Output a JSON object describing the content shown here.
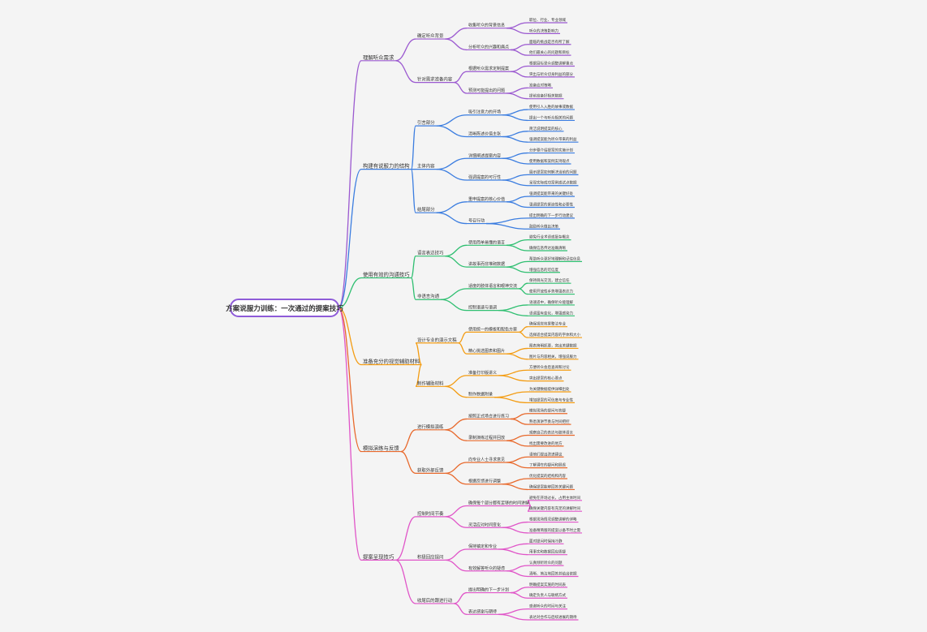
{
  "root": "方案说服力训练：一次通过的提案技巧",
  "colors": {
    "root_border": "#8e5bd8",
    "branches": [
      "#9b59d0",
      "#3b7de0",
      "#2fbf71",
      "#f39c12",
      "#e8692c",
      "#e055c8"
    ],
    "text": "#333333",
    "background": "#f4f4f4"
  },
  "branches": [
    {
      "label": "理解听众需求",
      "children": [
        {
          "label": "确定听众背景",
          "children": [
            {
              "label": "收集听众的背景信息",
              "children": [
                "职位、行业、专业领域",
                "听众的决策影响力"
              ]
            },
            {
              "label": "分析听众的兴趣和痛点",
              "children": [
                "面临的挑战是否有所了解",
                "他们最关心的问题和目标"
              ]
            }
          ]
        },
        {
          "label": "针对需求准备内容",
          "children": [
            {
              "label": "根据听众需求定制提案",
              "children": [
                "根据目标受众调整讲解重点",
                "突出与听众切身利益的部分"
              ]
            },
            {
              "label": "预测可能提出的问题",
              "children": [
                "准备应对策略",
                "提前准备好相关数据"
              ]
            }
          ]
        }
      ]
    },
    {
      "label": "构建有说服力的结构",
      "children": [
        {
          "label": "引言部分",
          "children": [
            {
              "label": "吸引注意力的开场",
              "children": [
                "使用引人入胜的故事或数据",
                "提出一个与听众相关的问题"
              ]
            },
            {
              "label": "清晰陈述价值主张",
              "children": [
                "简洁说明提案的核心",
                "强调提案能为听众带来的利益"
              ]
            }
          ]
        },
        {
          "label": "主体内容",
          "children": [
            {
              "label": "详细阐述提案内容",
              "children": [
                "分步骤介绍提案的实施计划",
                "使用数据和案例支持观点"
              ]
            },
            {
              "label": "强调提案的可行性",
              "children": [
                "展示提案如何解决当前的问题",
                "呈现实际成功案例或试点数据"
              ]
            }
          ]
        },
        {
          "label": "结尾部分",
          "children": [
            {
              "label": "重申提案的核心价值",
              "children": [
                "强调提案能带来的关键好处",
                "强调提案的紧迫性和必要性"
              ]
            },
            {
              "label": "号召行动",
              "children": [
                "提出明确的下一步行动建议",
                "鼓励听众做出决策"
              ]
            }
          ]
        }
      ]
    },
    {
      "label": "使用有效的沟通技巧",
      "children": [
        {
          "label": "语言表达技巧",
          "children": [
            {
              "label": "使用简单易懂的语言",
              "children": [
                "避免行业术语或复杂概念",
                "确保信息传达准确清晰"
              ]
            },
            {
              "label": "讲故事而非堆砌数据",
              "children": [
                "帮助听众更好地理解和记住信息",
                "增强信息的可信度"
              ]
            }
          ]
        },
        {
          "label": "非语言沟通",
          "children": [
            {
              "label": "适度的肢体语言和眼神交流",
              "children": [
                "保持目光交流，建立信任",
                "使用开放性手势增强表达力"
              ]
            },
            {
              "label": "控制语速与语调",
              "children": [
                "语速适中，确保听众能理解",
                "语调富有变化，增强感染力"
              ]
            }
          ]
        }
      ]
    },
    {
      "label": "准备充分的视觉辅助材料",
      "children": [
        {
          "label": "设计专业的演示文稿",
          "children": [
            {
              "label": "使用统一的模板和配色方案",
              "children": [
                "确保视觉效果整洁专业",
                "选择适合提案内容的字体和大小"
              ]
            },
            {
              "label": "精心挑选图表和图片",
              "children": [
                "图表简明扼要，突出关键数据",
                "图片与内容相关，增强说服力"
              ]
            }
          ]
        },
        {
          "label": "制作辅助材料",
          "children": [
            {
              "label": "准备打印版讲义",
              "children": [
                "方便听众会后查阅和讨论",
                "突出提案的核心要点"
              ]
            },
            {
              "label": "制作数据附录",
              "children": [
                "为关键数据提供详细出处",
                "增加提案的可信度与专业性"
              ]
            }
          ]
        }
      ]
    },
    {
      "label": "模拟演练与反馈",
      "children": [
        {
          "label": "进行模拟演练",
          "children": [
            {
              "label": "按照正式场合进行练习",
              "children": [
                "模拟现场的提问与答疑",
                "熟悉演讲节奏与时间把控"
              ]
            },
            {
              "label": "录制演练过程并回放",
              "children": [
                "观察自己的表达与肢体语言",
                "找出需要改进的地方"
              ]
            }
          ]
        },
        {
          "label": "获取外部反馈",
          "children": [
            {
              "label": "向专业人士寻求意见",
              "children": [
                "请他们提出改进建议",
                "了解潜在的疑问和顾虑"
              ]
            },
            {
              "label": "根据反馈进行调整",
              "children": [
                "优化提案的结构和内容",
                "确保提案能够回答关键问题"
              ]
            }
          ]
        }
      ]
    },
    {
      "label": "提案呈现技巧",
      "children": [
        {
          "label": "控制时间节奏",
          "children": [
            {
              "label": "确保每个部分都有足够的时间讲解",
              "children": [
                "避免在开场过长，占用主体时间",
                "确保关键内容有充足的讲解时间"
              ]
            },
            {
              "label": "灵活应对时间变化",
              "children": [
                "根据现场情况调整讲解的详略",
                "准备精简版的提案以备不时之需"
              ]
            }
          ]
        },
        {
          "label": "积极回应提问",
          "children": [
            {
              "label": "保持镇定和专业",
              "children": [
                "面对提问时保持冷静",
                "用事实和数据回应质疑"
              ]
            },
            {
              "label": "有效解答听众的疑虑",
              "children": [
                "认真倾听听众的问题",
                "清晰、简洁地回答并给出依据"
              ]
            }
          ]
        },
        {
          "label": "收尾后的跟进行动",
          "children": [
            {
              "label": "提出明确的下一步计划",
              "children": [
                "明确提案实施的时间表",
                "确定负责人与联络方式"
              ]
            },
            {
              "label": "表达感谢与期待",
              "children": [
                "感谢听众的时间与关注",
                "表达对合作与后续进展的期待"
              ]
            }
          ]
        }
      ]
    }
  ]
}
